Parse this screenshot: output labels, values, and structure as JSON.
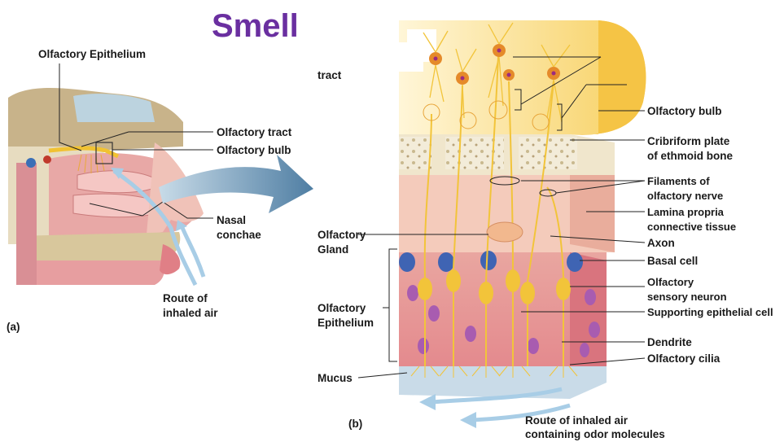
{
  "title": "Smell",
  "panel_a": {
    "panel_label": "(a)",
    "labels": {
      "olfactory_epithelium": "Olfactory Epithelium",
      "olfactory_tract": "Olfactory tract",
      "olfactory_bulb": "Olfactory bulb",
      "nasal_conchae_1": "Nasal",
      "nasal_conchae_2": "conchae",
      "route_1": "Route of",
      "route_2": "inhaled air"
    }
  },
  "panel_b": {
    "panel_label": "(b)",
    "labels": {
      "tract_fragment": "tract",
      "olfactory_bulb": "Olfactory bulb",
      "cribriform_1": "Cribriform plate",
      "cribriform_2": "of ethmoid bone",
      "filaments_1": "Filaments of",
      "filaments_2": "olfactory nerve",
      "lamina_1": "Lamina propria",
      "lamina_2": "connective tissue",
      "axon": "Axon",
      "basal_cell": "Basal cell",
      "sensory_1": "Olfactory",
      "sensory_2": "sensory neuron",
      "supporting": "Supporting epithelial cell",
      "dendrite": "Dendrite",
      "cilia": "Olfactory cilia",
      "gland_1": "Olfactory",
      "gland_2": "Gland",
      "epithelium_1": "Olfactory",
      "epithelium_2": "Epithelium",
      "mucus": "Mucus",
      "route_1": "Route of inhaled air",
      "route_2": "containing odor molecules"
    }
  },
  "colors": {
    "title": "#6a2fa0",
    "nerve": "#f0c030",
    "bone": "#f2ead6",
    "tissue": "#f3c9b8",
    "air_arrow": "#8fb8d6",
    "big_arrow": "#5a86a8"
  }
}
